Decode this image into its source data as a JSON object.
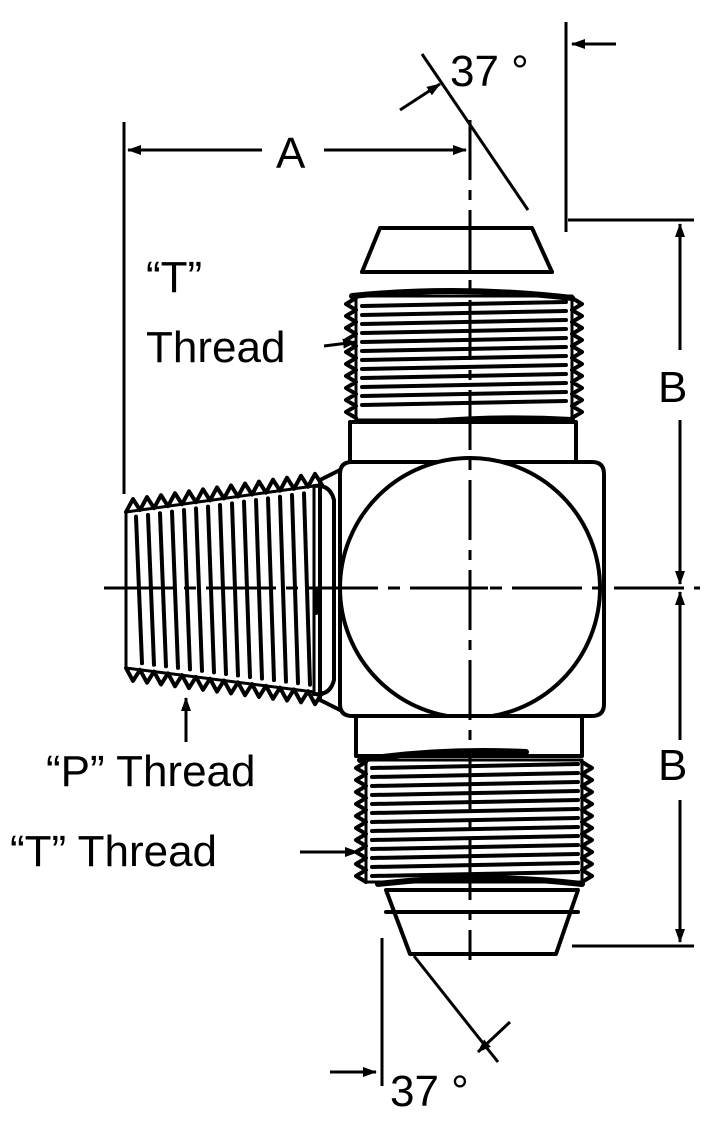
{
  "labels": {
    "angle_top": "37 °",
    "angle_bottom": "37 °",
    "dim_a": "A",
    "dim_b_upper": "B",
    "dim_b_lower": "B",
    "t_thread_top_line1": "“T”",
    "t_thread_top_line2": "Thread",
    "p_thread": "“P” Thread",
    "t_thread_bottom": "“T” Thread"
  },
  "colors": {
    "ink": "#000000",
    "paper": "#ffffff"
  }
}
